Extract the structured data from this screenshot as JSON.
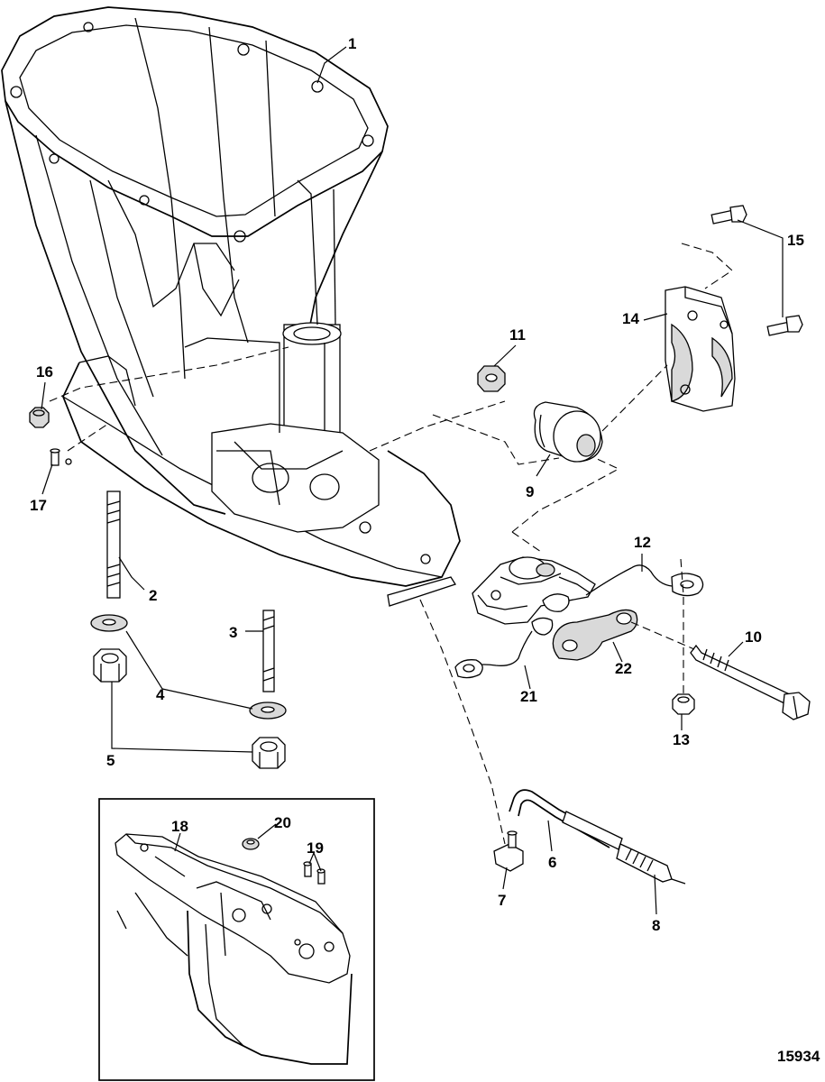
{
  "figure_id": "15934",
  "callouts": {
    "c1": "1",
    "c2": "2",
    "c3": "3",
    "c4": "4",
    "c5": "5",
    "c6": "6",
    "c7": "7",
    "c8": "8",
    "c9": "9",
    "c10": "10",
    "c11": "11",
    "c12": "12",
    "c13": "13",
    "c14": "14",
    "c15": "15",
    "c16": "16",
    "c17": "17",
    "c18": "18",
    "c19": "19",
    "c20": "20",
    "c21": "21",
    "c22": "22"
  }
}
